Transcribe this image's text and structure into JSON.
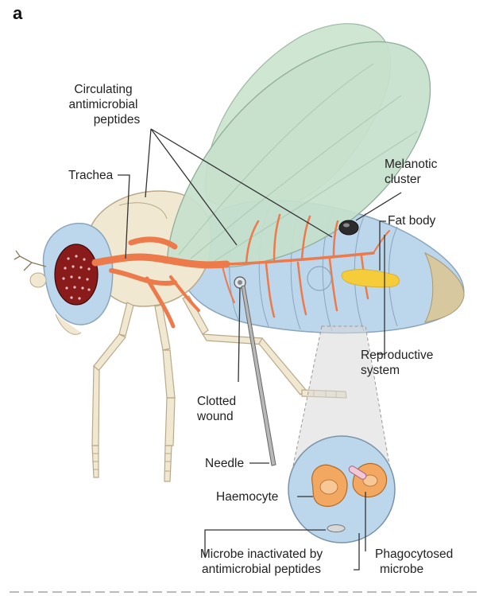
{
  "figure": {
    "panel_letter": "a",
    "labels": {
      "circulating_peptides": [
        "Circulating",
        "antimicrobial",
        "peptides"
      ],
      "trachea": "Trachea",
      "melanotic_cluster": [
        "Melanotic",
        "cluster"
      ],
      "fat_body": "Fat body",
      "reproductive_system": [
        "Reproductive",
        "system"
      ],
      "clotted_wound": [
        "Clotted",
        "wound"
      ],
      "needle": "Needle",
      "haemocyte": "Haemocyte",
      "microbe_inactivated": [
        "Microbe inactivated by",
        "antimicrobial peptides"
      ],
      "phagocytosed_microbe": [
        "Phagocytosed",
        "microbe"
      ]
    },
    "colors": {
      "wing": "#c6e0cc",
      "abdomen": "#bcd6ec",
      "thorax": "#f1e8d2",
      "trachea": "#ec7a4a",
      "fat_body": "#f5cd3a",
      "eye": "#8a1b1b",
      "melanotic": "#2c2c2c",
      "haemocyte": "#f2a860"
    }
  }
}
